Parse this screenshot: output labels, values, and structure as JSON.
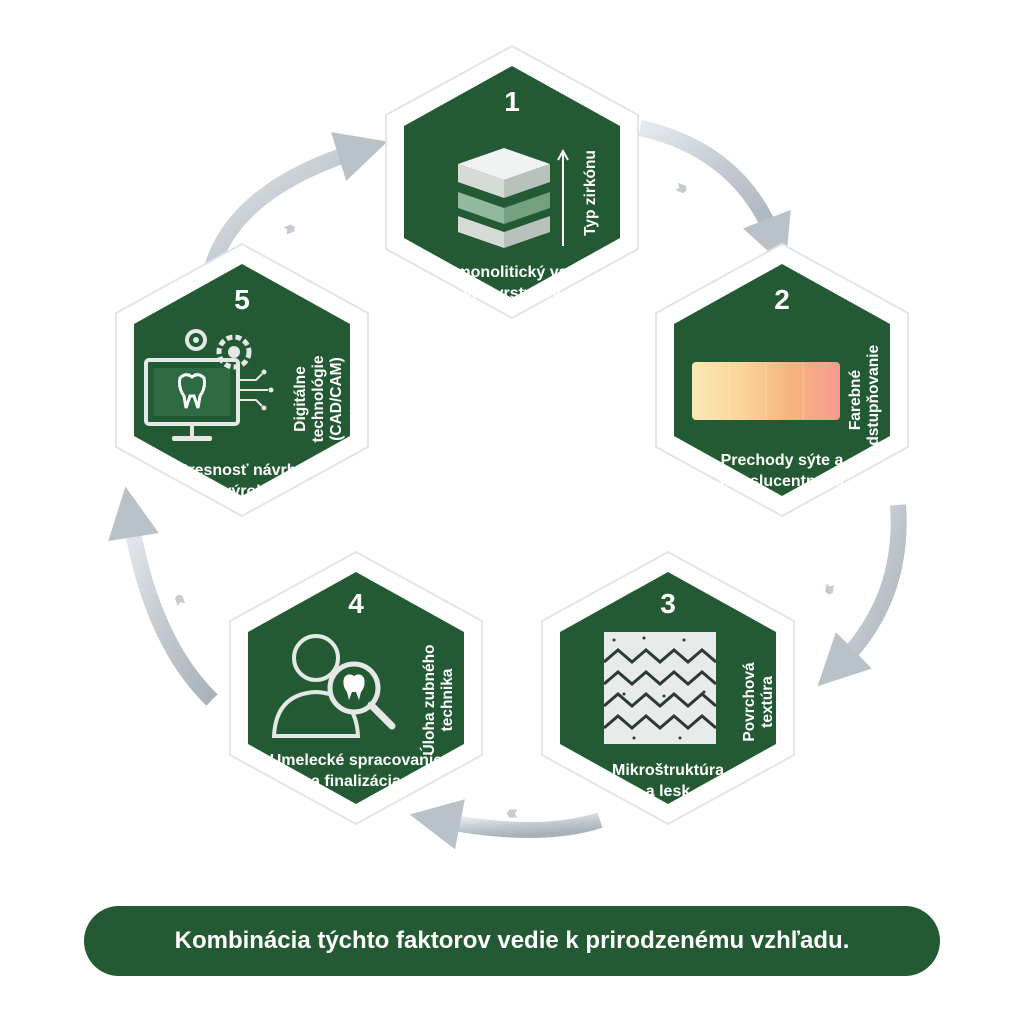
{
  "steps": [
    {
      "number": "1",
      "title": "Typ zirkónu",
      "caption_line1": "monolitický vs",
      "caption_line2": "viacvrstvový",
      "icon": "layers-icon"
    },
    {
      "number": "2",
      "title": "Farebné odstupňovanie",
      "caption_line1": "Prechody sýte a",
      "caption_line2": "translucentnosti",
      "icon": "color-gradient-icon"
    },
    {
      "number": "3",
      "title": "Povrchová textúra",
      "caption_line1": "Mikroštruktúra",
      "caption_line2": "a lesk",
      "icon": "texture-icon"
    },
    {
      "number": "4",
      "title": "Úloha zubného technika",
      "caption_line1": "Umelecké spracovanie",
      "caption_line2": "a finalizácia",
      "icon": "technician-magnifier-icon"
    },
    {
      "number": "5",
      "title": "Digitálne technológie (CAD/CAM)",
      "caption_line1": "Presnosť návrhu",
      "caption_line2": "a výroby",
      "icon": "cad-cam-monitor-icon"
    }
  ],
  "footer": {
    "text": "Kombinácia týchto faktorov vedie k prirodzenému vzhľadu."
  },
  "colors": {
    "hex_fill": "#235a34",
    "hex_border": "#ffffff",
    "arrow": "#c9d0d6",
    "footer": "#235a34"
  }
}
